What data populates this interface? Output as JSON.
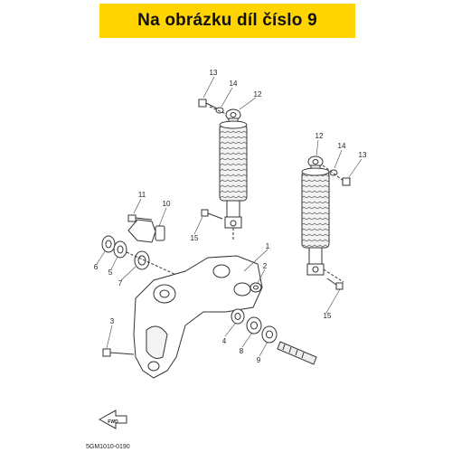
{
  "banner": {
    "text": "Na obrázku díl číslo 9",
    "color": "#ffd400"
  },
  "diagram": {
    "callouts": [
      {
        "id": "1",
        "part": "bracket"
      },
      {
        "id": "2",
        "part": "bushing"
      },
      {
        "id": "3",
        "part": "bolt"
      },
      {
        "id": "4",
        "part": "collar"
      },
      {
        "id": "5",
        "part": "bearing"
      },
      {
        "id": "6",
        "part": "collar"
      },
      {
        "id": "7",
        "part": "oil-seal"
      },
      {
        "id": "8",
        "part": "collar"
      },
      {
        "id": "9",
        "part": "collar"
      },
      {
        "id": "10",
        "part": "clamp"
      },
      {
        "id": "11",
        "part": "bolt"
      },
      {
        "id": "12",
        "part": "rear-shock-absorber"
      },
      {
        "id": "13",
        "part": "bolt"
      },
      {
        "id": "14",
        "part": "washer"
      },
      {
        "id": "15",
        "part": "bolt"
      }
    ],
    "fwd_label": "FWD",
    "diagram_code": "5GM1010-0190"
  }
}
